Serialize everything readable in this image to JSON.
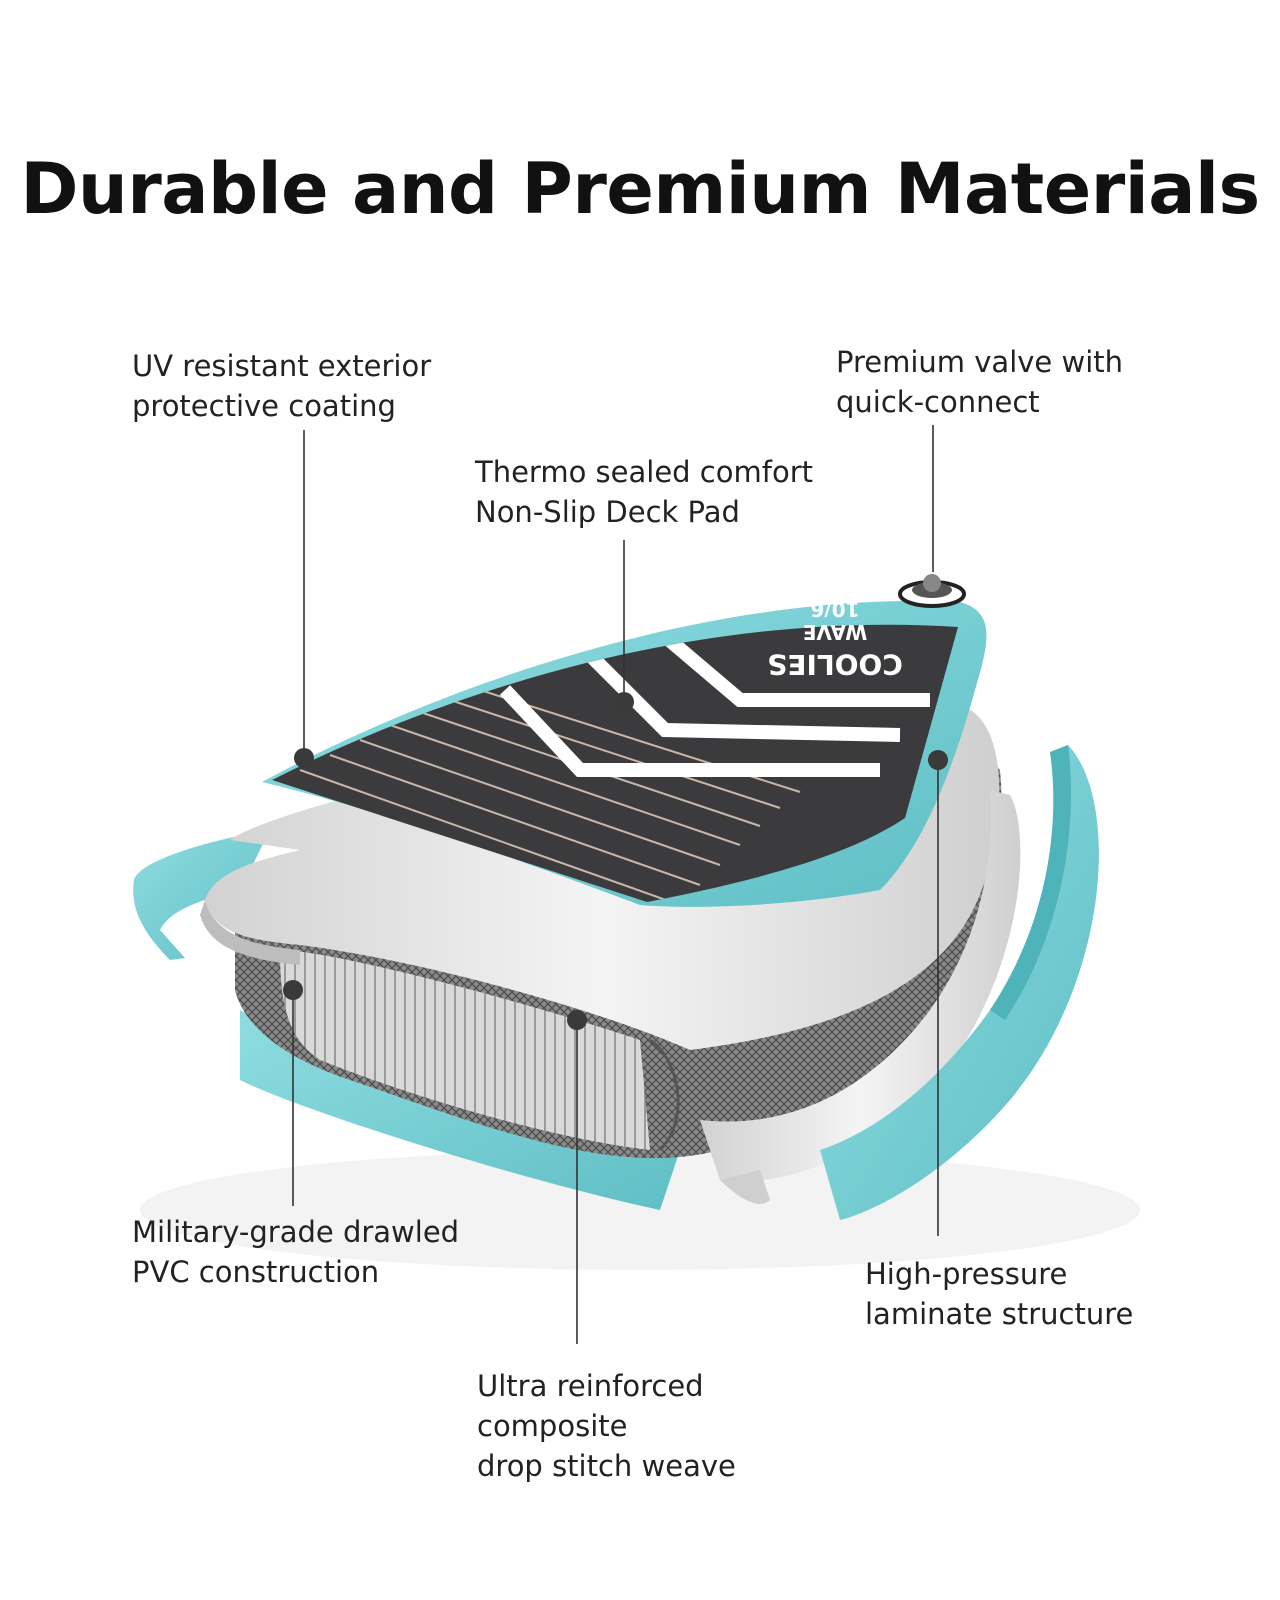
{
  "title": "Durable and Premium Materials",
  "callouts": {
    "uv": {
      "lines": [
        "UV resistant exterior",
        "protective coating"
      ]
    },
    "valve": {
      "lines": [
        "Premium valve with",
        "quick-connect"
      ]
    },
    "deck": {
      "lines": [
        "Thermo sealed comfort",
        "Non-Slip Deck Pad"
      ]
    },
    "pvc": {
      "lines": [
        "Military-grade drawled",
        "PVC construction"
      ]
    },
    "laminate": {
      "lines": [
        "High-pressure",
        "laminate structure"
      ]
    },
    "dropstitch": {
      "lines": [
        "Ultra reinforced",
        "composite",
        "drop stitch weave"
      ]
    }
  },
  "board_print": {
    "brand": "COOLIES",
    "model": "WAVE",
    "size": "10/6"
  },
  "colors": {
    "teal": "#7fd3d8",
    "teal_dark": "#4fb3ba",
    "deck": "#3b3b3d",
    "laminate": "#e8e8e8",
    "mesh": "#6a6a6a"
  }
}
